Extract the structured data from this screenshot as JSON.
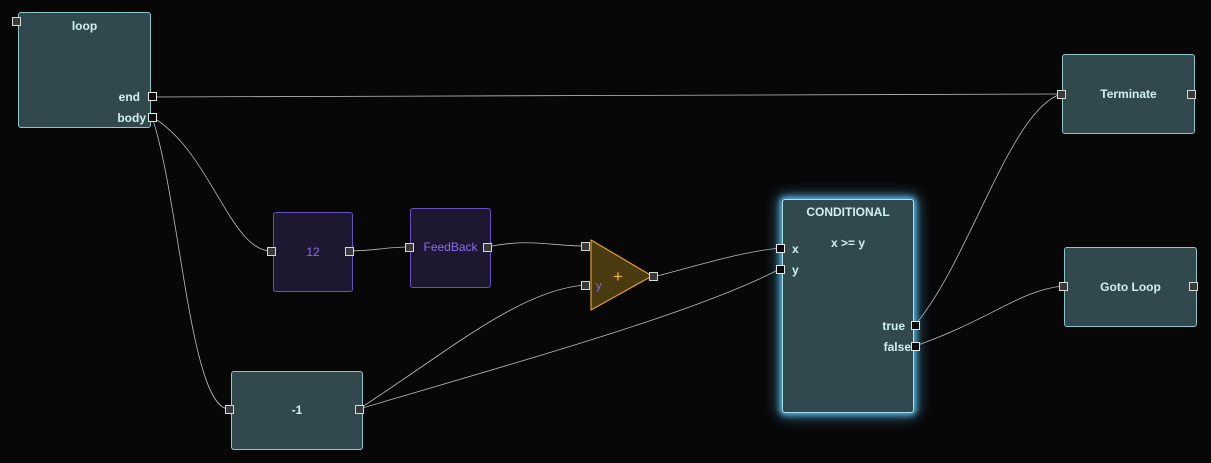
{
  "nodes": {
    "loop": {
      "title": "loop",
      "out_end": "end",
      "out_body": "body"
    },
    "terminate": {
      "title": "Terminate"
    },
    "goto_loop": {
      "title": "Goto Loop"
    },
    "constant_12": {
      "value": "12"
    },
    "feedback": {
      "title": "FeedBack"
    },
    "adder": {
      "symbol": "+",
      "in_y": "y"
    },
    "constant_neg1": {
      "value": "-1"
    },
    "conditional": {
      "title": "CONDITIONAL",
      "expression": "x >= y",
      "in_x": "x",
      "in_y": "y",
      "out_true": "true",
      "out_false": "false"
    }
  },
  "colors": {
    "background": "#070707",
    "node_fill": "#31494c",
    "node_text": "#cfeff2",
    "purple_text": "#8a6cf0",
    "adder_fill": "#4a3a10",
    "adder_stroke": "#e0a030",
    "wire": "#bdbdbd",
    "glow": "#5ab6e6"
  },
  "connections": [
    {
      "from": "loop.end",
      "to": "terminate.in"
    },
    {
      "from": "loop.body",
      "to": "constant_12.in"
    },
    {
      "from": "loop.body",
      "to": "constant_neg1.in"
    },
    {
      "from": "constant_12.out",
      "to": "feedback.in"
    },
    {
      "from": "feedback.out",
      "to": "adder.in_x"
    },
    {
      "from": "constant_neg1.out",
      "to": "adder.in_y"
    },
    {
      "from": "constant_neg1.out",
      "to": "conditional.y"
    },
    {
      "from": "adder.out",
      "to": "conditional.x"
    },
    {
      "from": "conditional.true",
      "to": "terminate.in"
    },
    {
      "from": "conditional.false",
      "to": "goto_loop.in"
    }
  ]
}
